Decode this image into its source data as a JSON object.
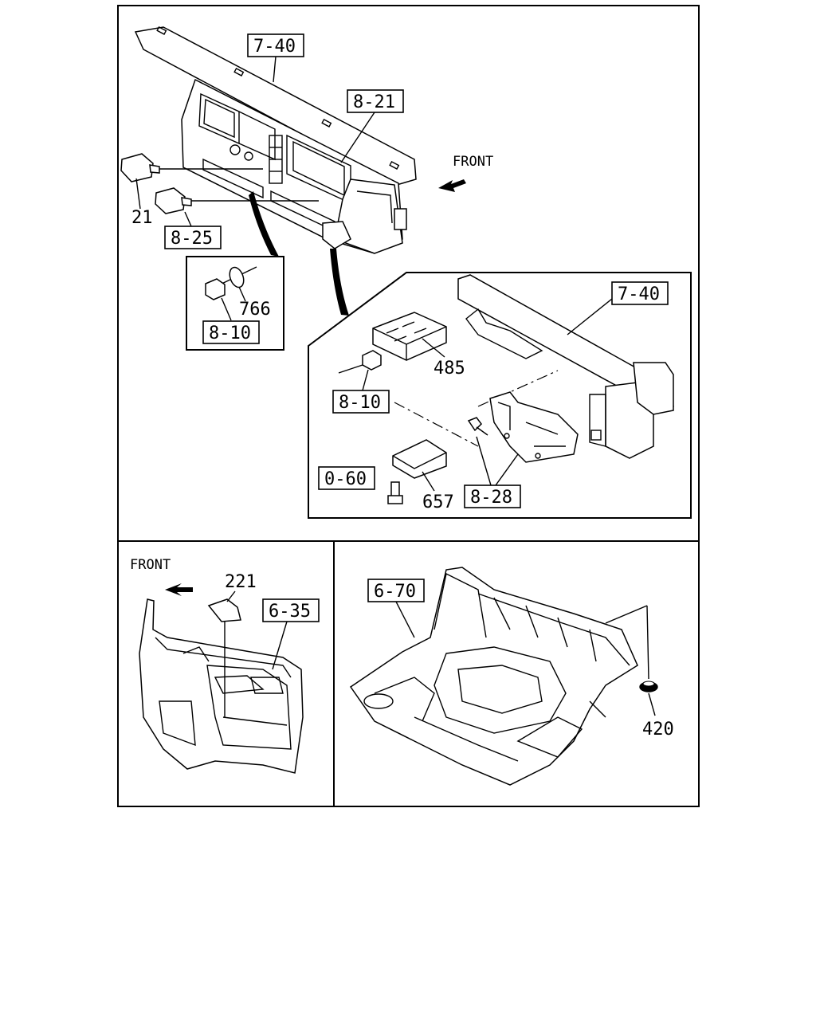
{
  "front_label_top": "FRONT",
  "front_label_bottom": "FRONT",
  "callouts": {
    "ref_7_40_top": "7-40",
    "ref_8_21": "8-21",
    "part_21": "21",
    "ref_8_25": "8-25",
    "part_766": "766",
    "ref_8_10_inset": "8-10",
    "ref_7_40_detail": "7-40",
    "part_485": "485",
    "ref_8_10_detail": "8-10",
    "ref_0_60": "0-60",
    "part_657": "657",
    "ref_8_28": "8-28",
    "part_221": "221",
    "ref_6_35": "6-35",
    "ref_6_70": "6-70",
    "part_420": "420"
  }
}
